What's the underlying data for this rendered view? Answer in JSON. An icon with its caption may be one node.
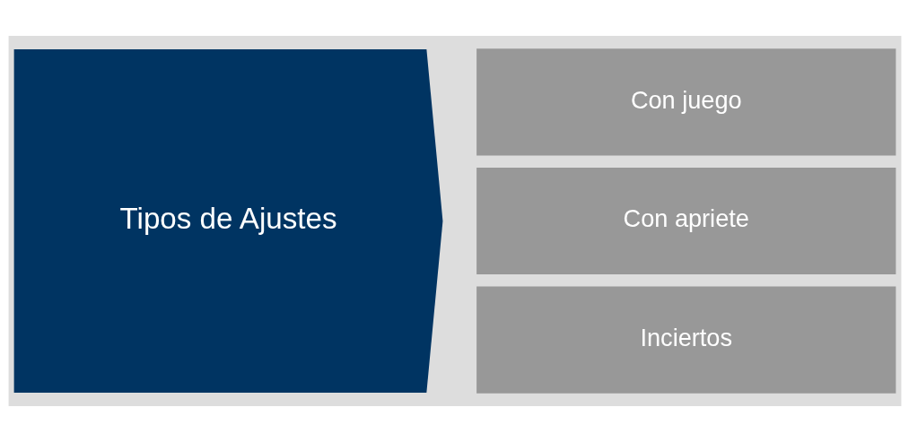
{
  "diagram": {
    "nodes": [
      {
        "text": [
          "Tipos de Ajustes"
        ]
      },
      {
        "text": [
          "Con juego"
        ]
      },
      {
        "text": [
          "Con apriete"
        ]
      },
      {
        "text": [
          "Inciertos"
        ]
      }
    ]
  }
}
